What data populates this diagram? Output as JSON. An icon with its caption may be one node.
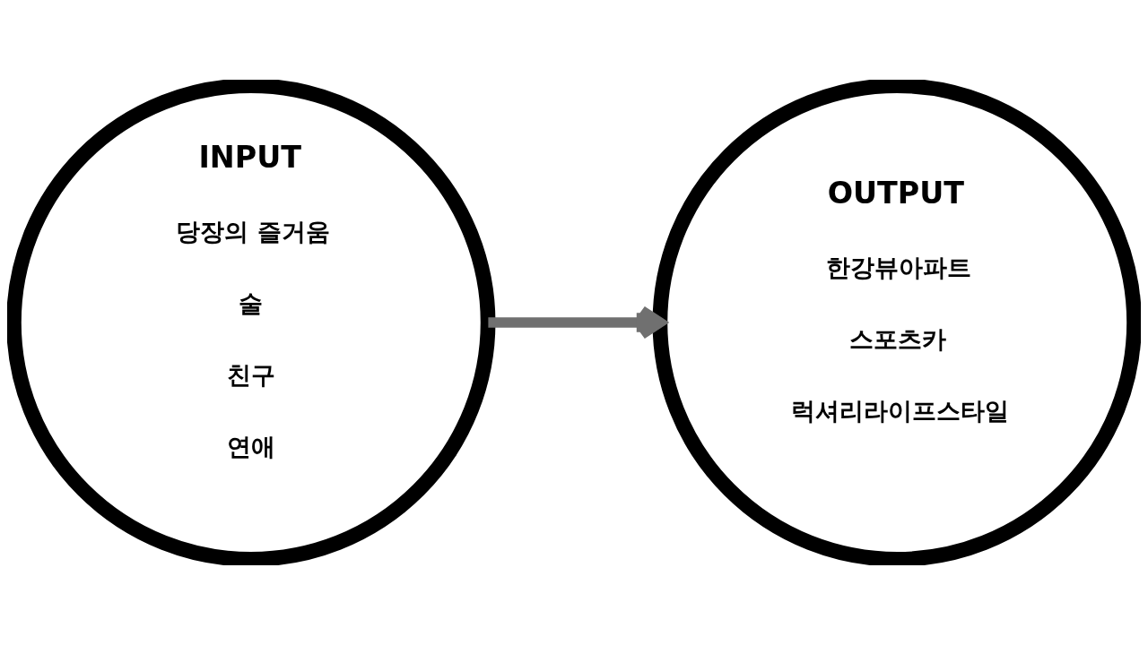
{
  "diagram": {
    "nodes": [
      {
        "text": [
          "INPUT",
          "당장의 즐거움",
          "술",
          "친구",
          "연애"
        ]
      },
      {
        "text": [
          "OUTPUT",
          "한강뷰아파트",
          "스포츠카",
          "럭셔리라이프스타일"
        ]
      }
    ],
    "edges": [
      {
        "from": 0,
        "to": 1,
        "arrow": "to"
      }
    ]
  }
}
